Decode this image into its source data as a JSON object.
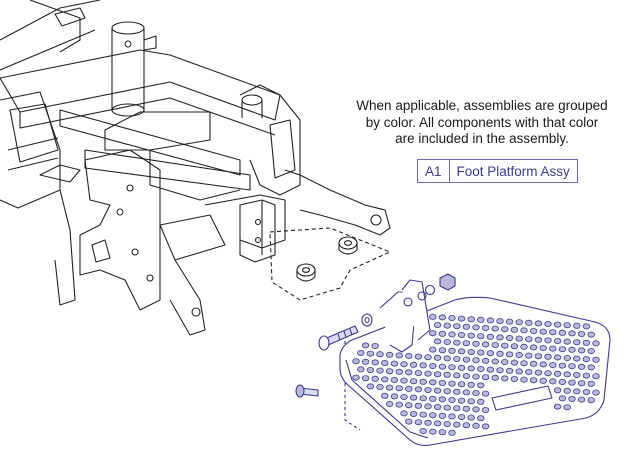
{
  "note": {
    "lines": [
      "When applicable, assemblies are grouped",
      "by color. All components with that color",
      "are included in the assembly."
    ]
  },
  "legend": {
    "id": "A1",
    "name": "Foot Platform Assy",
    "color": "#3a3a8c"
  },
  "colors": {
    "frame": "#222222",
    "assembly": "#3a3a8c",
    "assembly_fill": "#b9b9dc"
  }
}
